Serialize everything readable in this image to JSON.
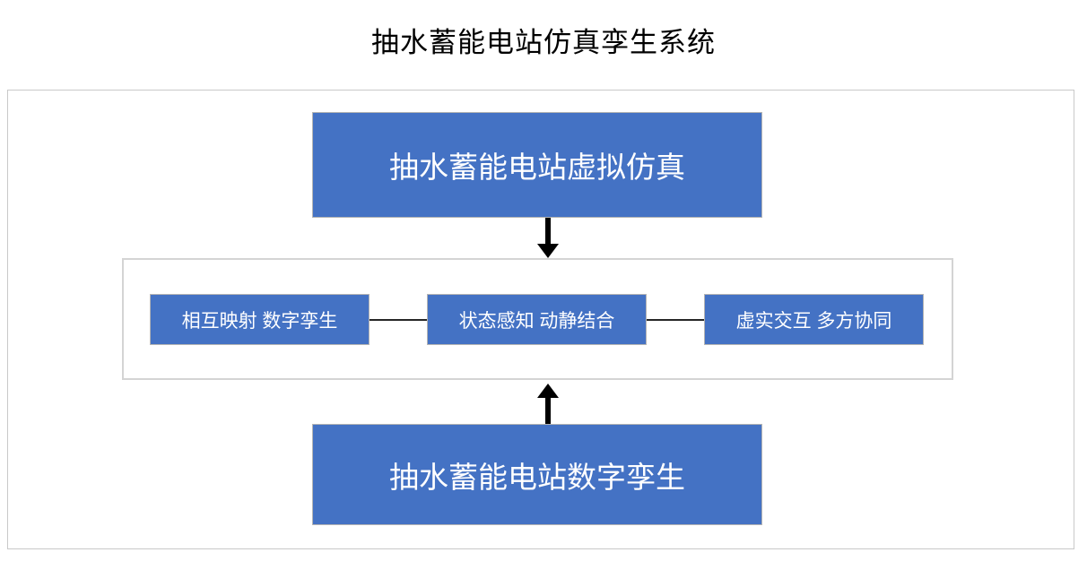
{
  "page": {
    "title": "抽水蓄能电站仿真孪生系统"
  },
  "colors": {
    "node_fill": "#4472C4",
    "node_text": "#FFFFFF",
    "panel_border": "#D4D4D4",
    "frame_border": "#C9C9C9",
    "connector": "#262626",
    "arrow": "#000000",
    "background": "#FFFFFF"
  },
  "diagram": {
    "type": "flow-diagram",
    "top_node": {
      "label": "抽水蓄能电站虚拟仿真"
    },
    "bottom_node": {
      "label": "抽水蓄能电站数字孪生"
    },
    "middle_group": {
      "nodes": [
        {
          "label": "相互映射 数字孪生"
        },
        {
          "label": "状态感知 动静结合"
        },
        {
          "label": "虚实交互 多方协同"
        }
      ]
    },
    "arrows": [
      {
        "name": "top-to-group",
        "direction": "down"
      },
      {
        "name": "bottom-to-group",
        "direction": "up"
      }
    ],
    "connectors": [
      {
        "name": "sub1-to-sub2"
      },
      {
        "name": "sub2-to-sub3"
      }
    ]
  }
}
